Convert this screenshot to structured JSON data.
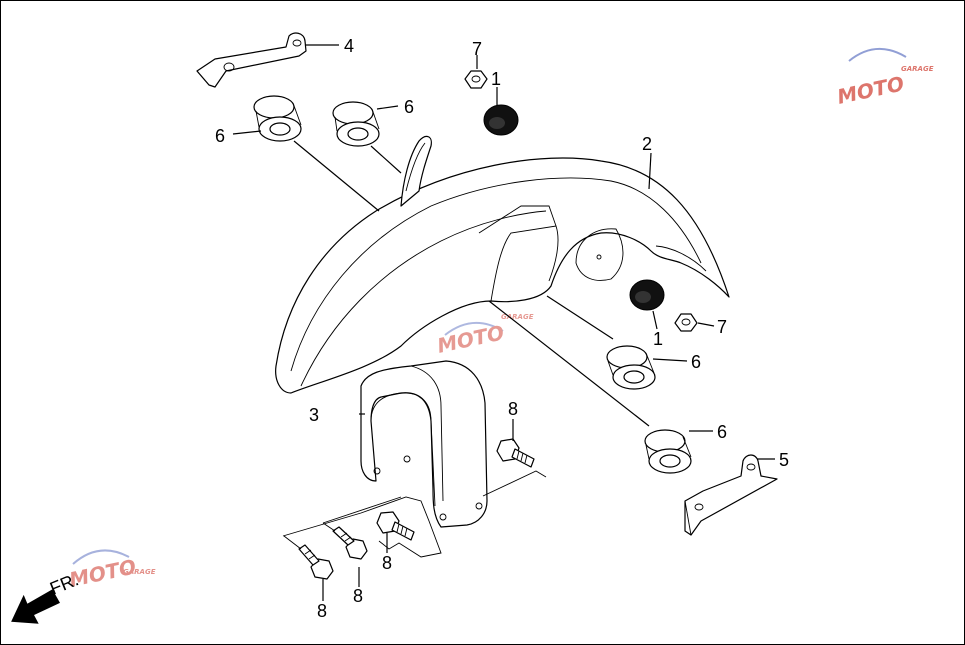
{
  "callouts": {
    "c1a": "1",
    "c1b": "1",
    "c2": "2",
    "c3": "3",
    "c4": "4",
    "c5": "5",
    "c6a": "6",
    "c6b": "6",
    "c6c": "6",
    "c6d": "6",
    "c7a": "7",
    "c7b": "7",
    "c8a": "8",
    "c8b": "8",
    "c8c": "8",
    "c8d": "8"
  },
  "direction_label": "FR.",
  "watermark": {
    "text": "MOTO",
    "subtext": "GARAGE"
  },
  "colors": {
    "line": "#000000",
    "grommet_fill": "#111111",
    "watermark_red": "#d2483c",
    "watermark_blue": "#6d7fc8"
  }
}
